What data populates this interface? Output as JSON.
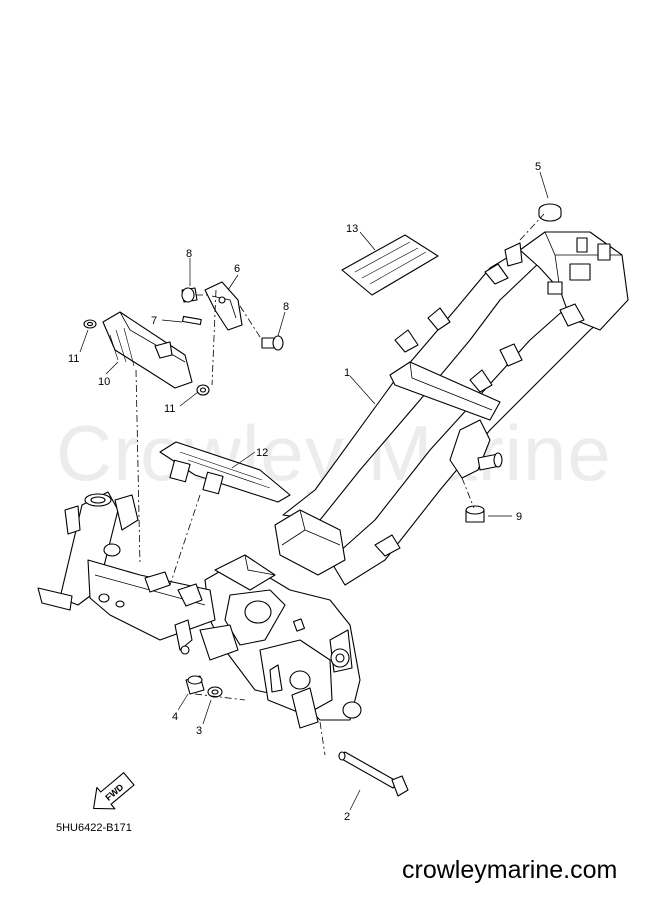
{
  "watermark": "Crowley Marine",
  "diagram_code": "5HU6422-B171",
  "site_url": "crowleymarine.com",
  "fwd_label": "FWD",
  "callouts": [
    "1",
    "2",
    "3",
    "4",
    "5",
    "6",
    "7",
    "8",
    "8",
    "9",
    "10",
    "11",
    "11",
    "12",
    "13"
  ]
}
